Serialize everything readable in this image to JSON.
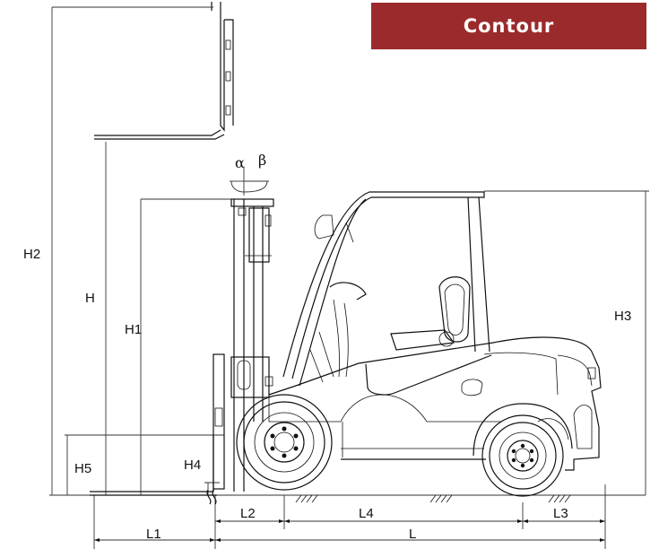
{
  "header": {
    "title": "Contour"
  },
  "labels": {
    "H2": "H2",
    "H": "H",
    "H1": "H1",
    "H3": "H3",
    "H4": "H4",
    "H5": "H5",
    "L": "L",
    "L1": "L1",
    "L2": "L2",
    "L3": "L3",
    "L4": "L4",
    "alpha": "α",
    "beta": "β"
  },
  "colors": {
    "badge": "#9b2a2c"
  }
}
